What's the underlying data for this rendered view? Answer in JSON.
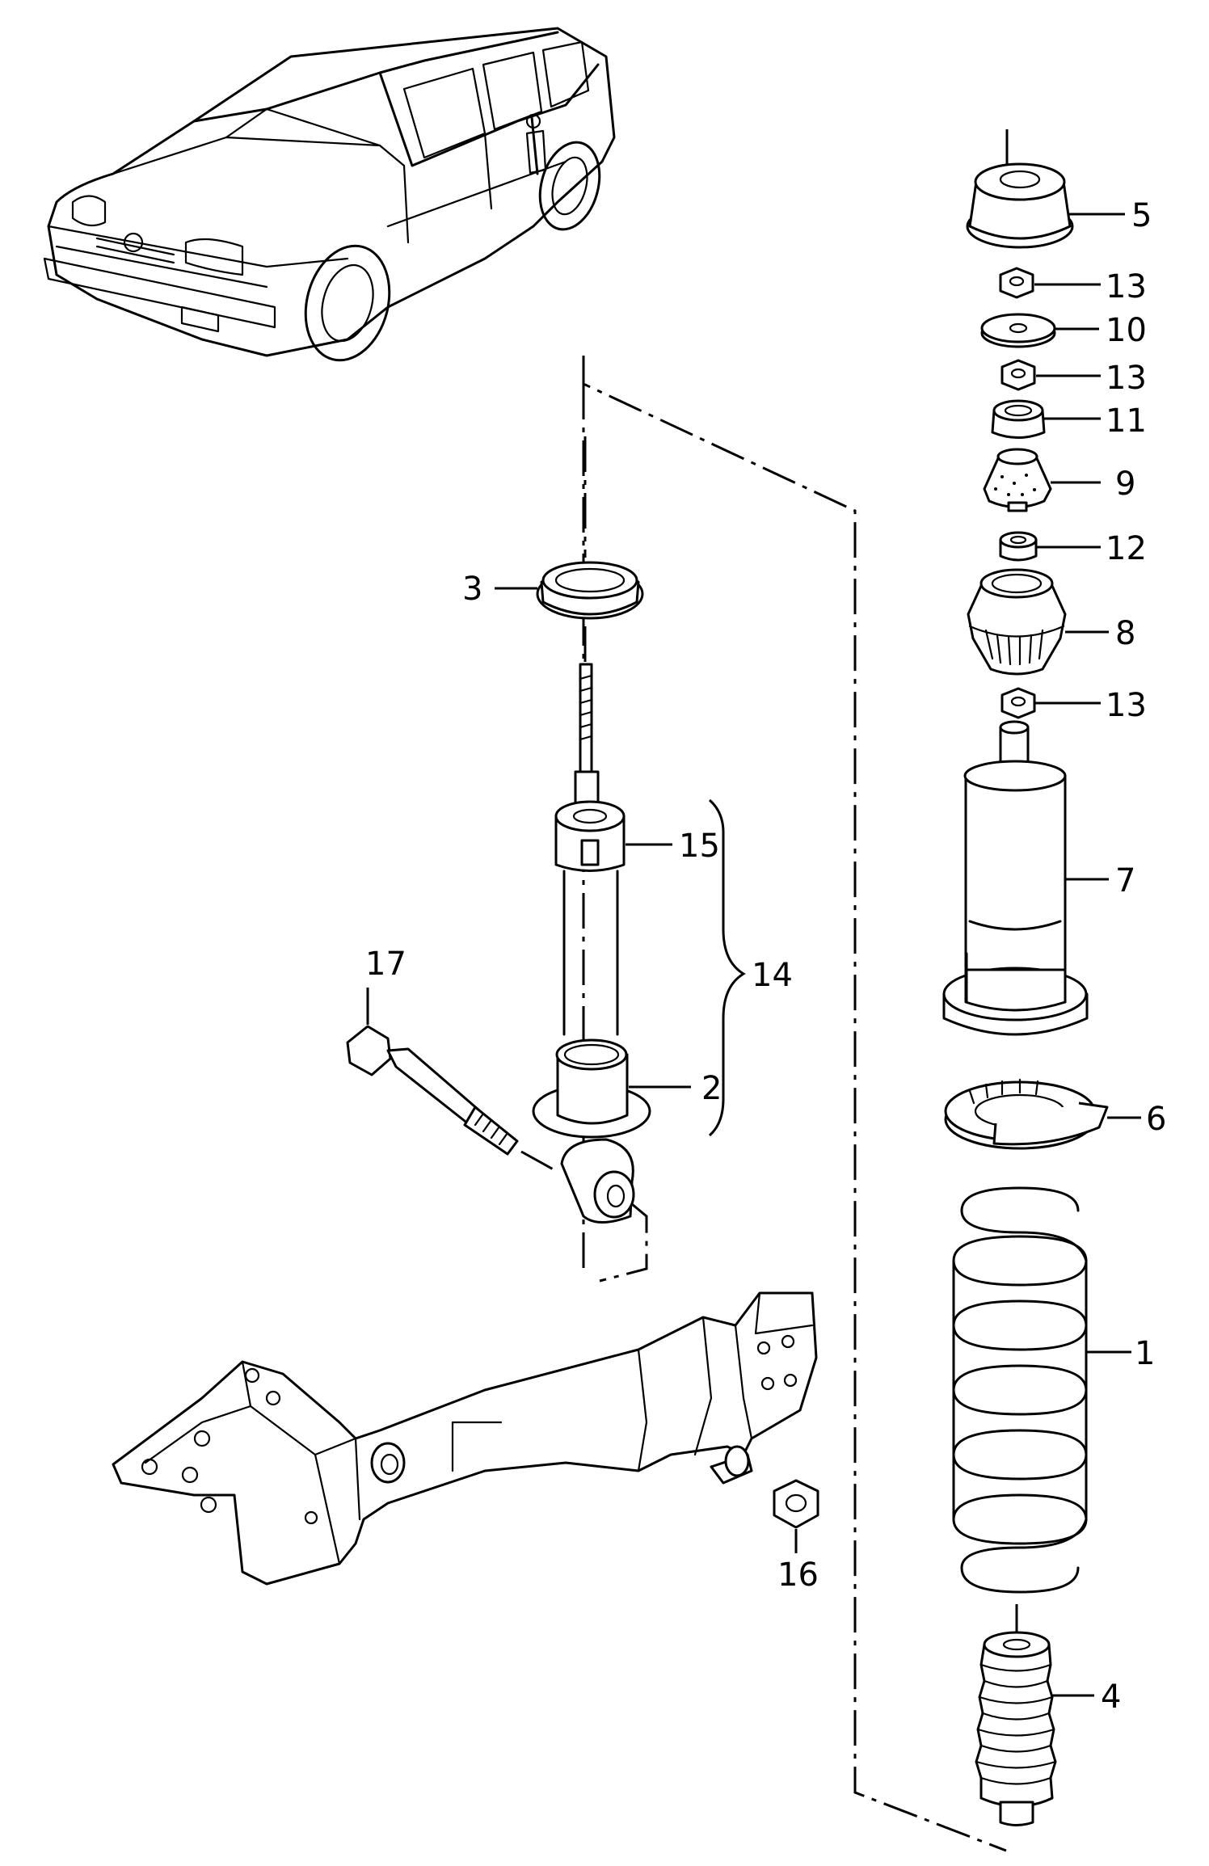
{
  "labels": {
    "p1": "1",
    "p2": "2",
    "p3": "3",
    "p4": "4",
    "p5": "5",
    "p6": "6",
    "p7": "7",
    "p8": "8",
    "p9": "9",
    "p10": "10",
    "p11": "11",
    "p12": "12",
    "p13a": "13",
    "p13b": "13",
    "p13c": "13",
    "p14": "14",
    "p15": "15",
    "p16": "16",
    "p17": "17"
  }
}
